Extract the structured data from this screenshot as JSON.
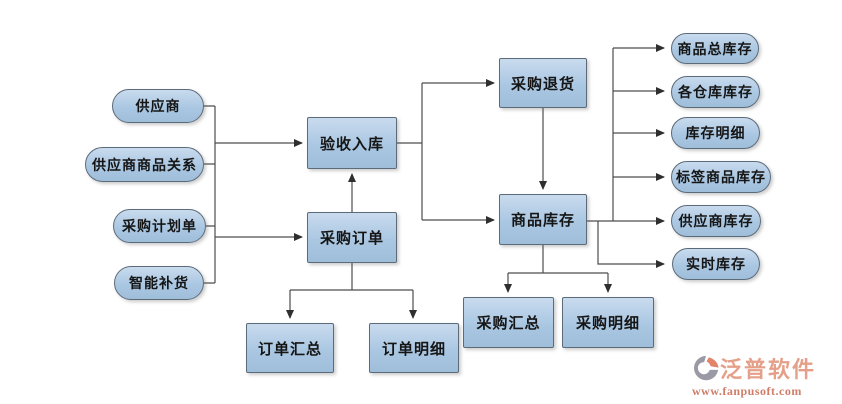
{
  "diagram": {
    "nodes": {
      "supplier": {
        "label": "供应商"
      },
      "supplier_goods_relation": {
        "label": "供应商商品关系"
      },
      "purchase_plan": {
        "label": "采购计划单"
      },
      "smart_replenishment": {
        "label": "智能补货"
      },
      "acceptance_inbound": {
        "label": "验收入库"
      },
      "purchase_order": {
        "label": "采购订单"
      },
      "order_summary": {
        "label": "订单汇总"
      },
      "order_detail": {
        "label": "订单明细"
      },
      "purchase_return": {
        "label": "采购退货"
      },
      "goods_inventory": {
        "label": "商品库存"
      },
      "purchase_summary": {
        "label": "采购汇总"
      },
      "purchase_detail": {
        "label": "采购明细"
      },
      "goods_total_inventory": {
        "label": "商品总库存"
      },
      "warehouse_inventory": {
        "label": "各仓库库存"
      },
      "inventory_detail": {
        "label": "库存明细"
      },
      "tag_goods_inventory": {
        "label": "标签商品库存"
      },
      "supplier_inventory": {
        "label": "供应商库存"
      },
      "realtime_inventory": {
        "label": "实时库存"
      }
    },
    "colors": {
      "node_fill_top": "#c9dbee",
      "node_fill_bottom": "#9fbeda",
      "node_border": "#5c6b79",
      "connector": "#4d4d4d",
      "arrowhead": "#2f2f2f"
    }
  },
  "watermark": {
    "brand": "泛普软件",
    "url": "www.fanpusoft.com",
    "brand_color": "#e5a089",
    "url_color": "#cf7d69",
    "icon_gray": "#9a99a6",
    "icon_orange": "#e2836a"
  }
}
